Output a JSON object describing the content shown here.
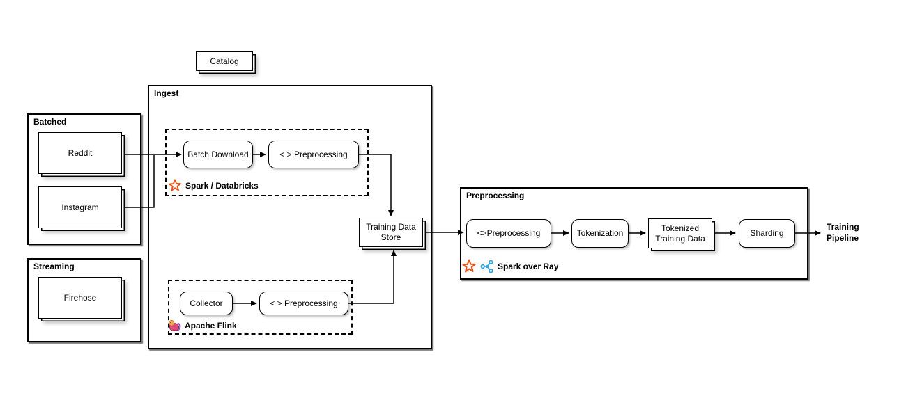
{
  "groups": {
    "batched": "Batched",
    "streaming": "Streaming",
    "ingest": "Ingest",
    "preprocessing": "Preprocessing"
  },
  "nodes": {
    "catalog": "Catalog",
    "reddit": "Reddit",
    "instagram": "Instagram",
    "firehose": "Firehose",
    "batch_download": "Batch Download",
    "ingest_batch_preprocessing": "< > Preprocessing",
    "collector": "Collector",
    "ingest_stream_preprocessing": "< > Preprocessing",
    "training_data_store": "Training Data Store",
    "preprocessing_step": "<>Preprocessing",
    "tokenization": "Tokenization",
    "tokenized_training_data": "Tokenized Training Data",
    "sharding": "Sharding"
  },
  "captions": {
    "spark_databricks": "Spark / Databricks",
    "apache_flink": "Apache Flink",
    "spark_over_ray": "Spark over Ray"
  },
  "output_label": "Training Pipeline",
  "icons": {
    "spark": "spark-star-icon",
    "ray": "ray-icon",
    "flink": "flink-squirrel-icon"
  },
  "colors": {
    "spark_orange": "#E1541C",
    "ray_blue": "#2AA2E6",
    "flink_body": "#DE4A78",
    "flink_head": "#F6A55C",
    "flink_purple": "#8E5BBA",
    "stroke": "#000000",
    "background": "#FFFFFF"
  }
}
